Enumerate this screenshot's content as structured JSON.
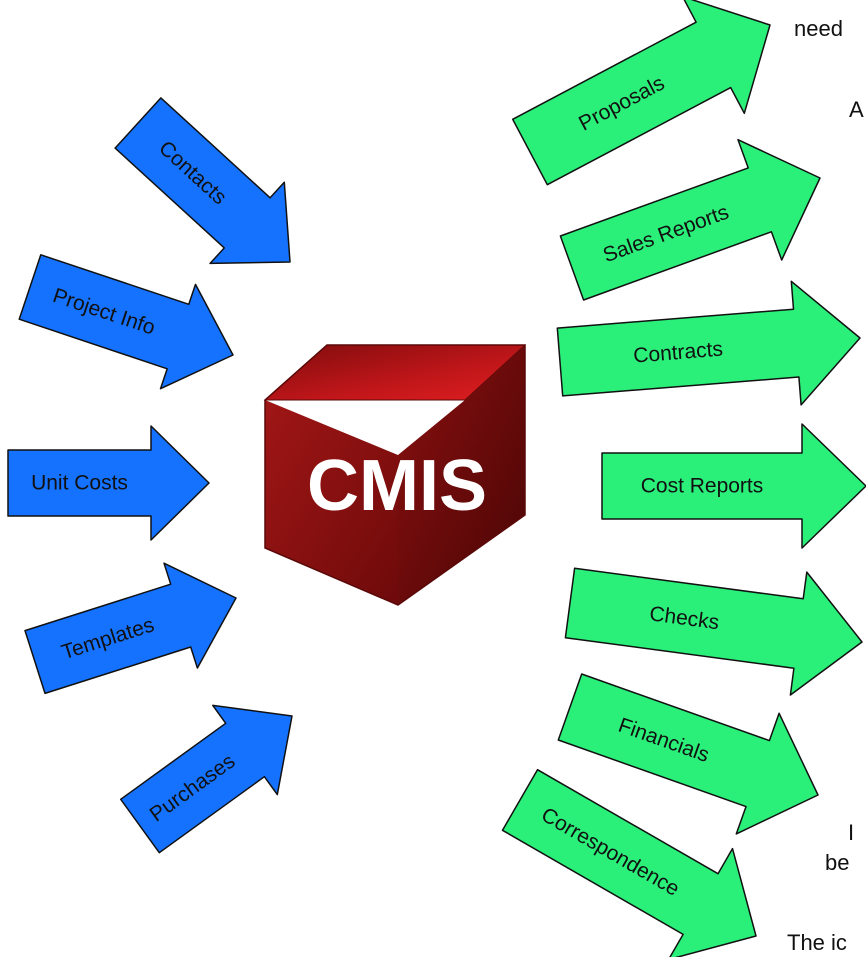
{
  "center": {
    "label": "CMIS",
    "color": "#9b1010"
  },
  "inputs": {
    "color": "#1572ff",
    "items": [
      {
        "label": "Contacts"
      },
      {
        "label": "Project Info"
      },
      {
        "label": "Unit Costs"
      },
      {
        "label": "Templates"
      },
      {
        "label": "Purchases"
      }
    ]
  },
  "outputs": {
    "color": "#2af07a",
    "items": [
      {
        "label": "Proposals"
      },
      {
        "label": "Sales Reports"
      },
      {
        "label": "Contracts"
      },
      {
        "label": "Cost Reports"
      },
      {
        "label": "Checks"
      },
      {
        "label": "Financials"
      },
      {
        "label": "Correspondence"
      }
    ]
  },
  "side_text": {
    "line1": "need",
    "line2": "A",
    "line3": "I",
    "line4": "be",
    "line5": "The ic"
  }
}
